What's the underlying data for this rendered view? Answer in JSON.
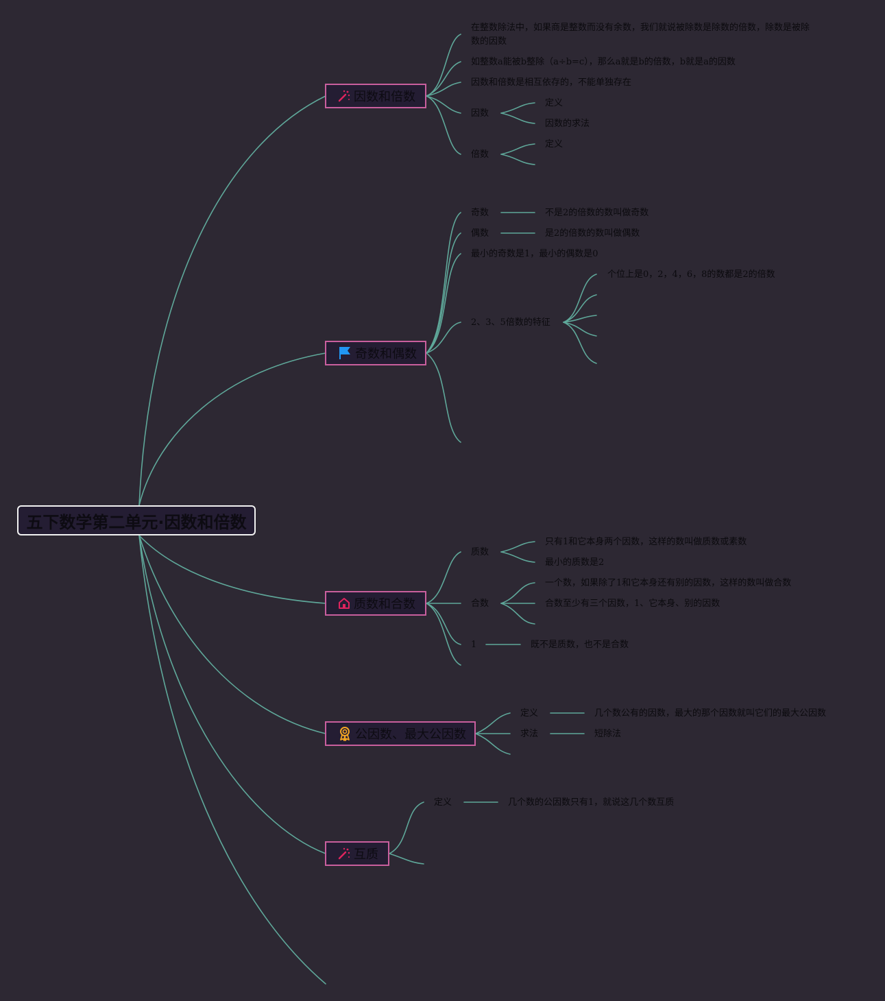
{
  "root": {
    "label": "五下数学第二单元·因数和倍数"
  },
  "branches": {
    "b1": {
      "label": "因数和倍数",
      "icon": "magic-wand-icon",
      "items": {
        "def": "在整数除法中，如果商是整数而没有余数，我们就说被除数是除数的倍数，除数是被除数的因数",
        "example": "如整数a能被b整除（a÷b=c），那么a就是b的倍数，b就是a的因数",
        "depend": "因数和倍数是相互依存的，不能单独存在",
        "factor": {
          "label": "因数",
          "def": "定义",
          "method": "因数的求法"
        },
        "multiple": {
          "label": "倍数",
          "def": "定义"
        }
      }
    },
    "b2": {
      "label": "奇数和偶数",
      "icon": "flag-icon",
      "items": {
        "odd": {
          "label": "奇数",
          "def": "不是2的倍数的数叫做奇数"
        },
        "even": {
          "label": "偶数",
          "def": "是2的倍数的数叫做偶数"
        },
        "min": "最小的奇数是1，最小的偶数是0",
        "features": {
          "label": "2、3、5倍数的特征",
          "f2": "个位上是0，2，4，6，8的数都是2的倍数"
        }
      }
    },
    "b3": {
      "label": "质数和合数",
      "icon": "home-icon",
      "items": {
        "prime": {
          "label": "质数",
          "def": "只有1和它本身两个因数，这样的数叫做质数或素数",
          "min": "最小的质数是2"
        },
        "composite": {
          "label": "合数",
          "def": "一个数，如果除了1和它本身还有别的因数，这样的数叫做合数",
          "least": "合数至少有三个因数，1、它本身、别的因数"
        },
        "one": {
          "label": "1",
          "def": "既不是质数，也不是合数"
        }
      }
    },
    "b4": {
      "label": "公因数、最大公因数",
      "icon": "award-icon",
      "items": {
        "def": {
          "label": "定义",
          "text": "几个数公有的因数，最大的那个因数就叫它们的最大公因数"
        },
        "method": {
          "label": "求法",
          "text": "短除法"
        }
      }
    },
    "b5": {
      "label": "互质",
      "icon": "magic-wand-icon",
      "items": {
        "def": {
          "label": "定义",
          "text": "几个数的公因数只有1，就说这几个数互质"
        }
      }
    }
  },
  "colors": {
    "background": "#2d2833",
    "line": "#5fa89a",
    "branch_border": "#c95f9e",
    "node_fill": "#241d33",
    "root_border": "#f2f2f2"
  }
}
